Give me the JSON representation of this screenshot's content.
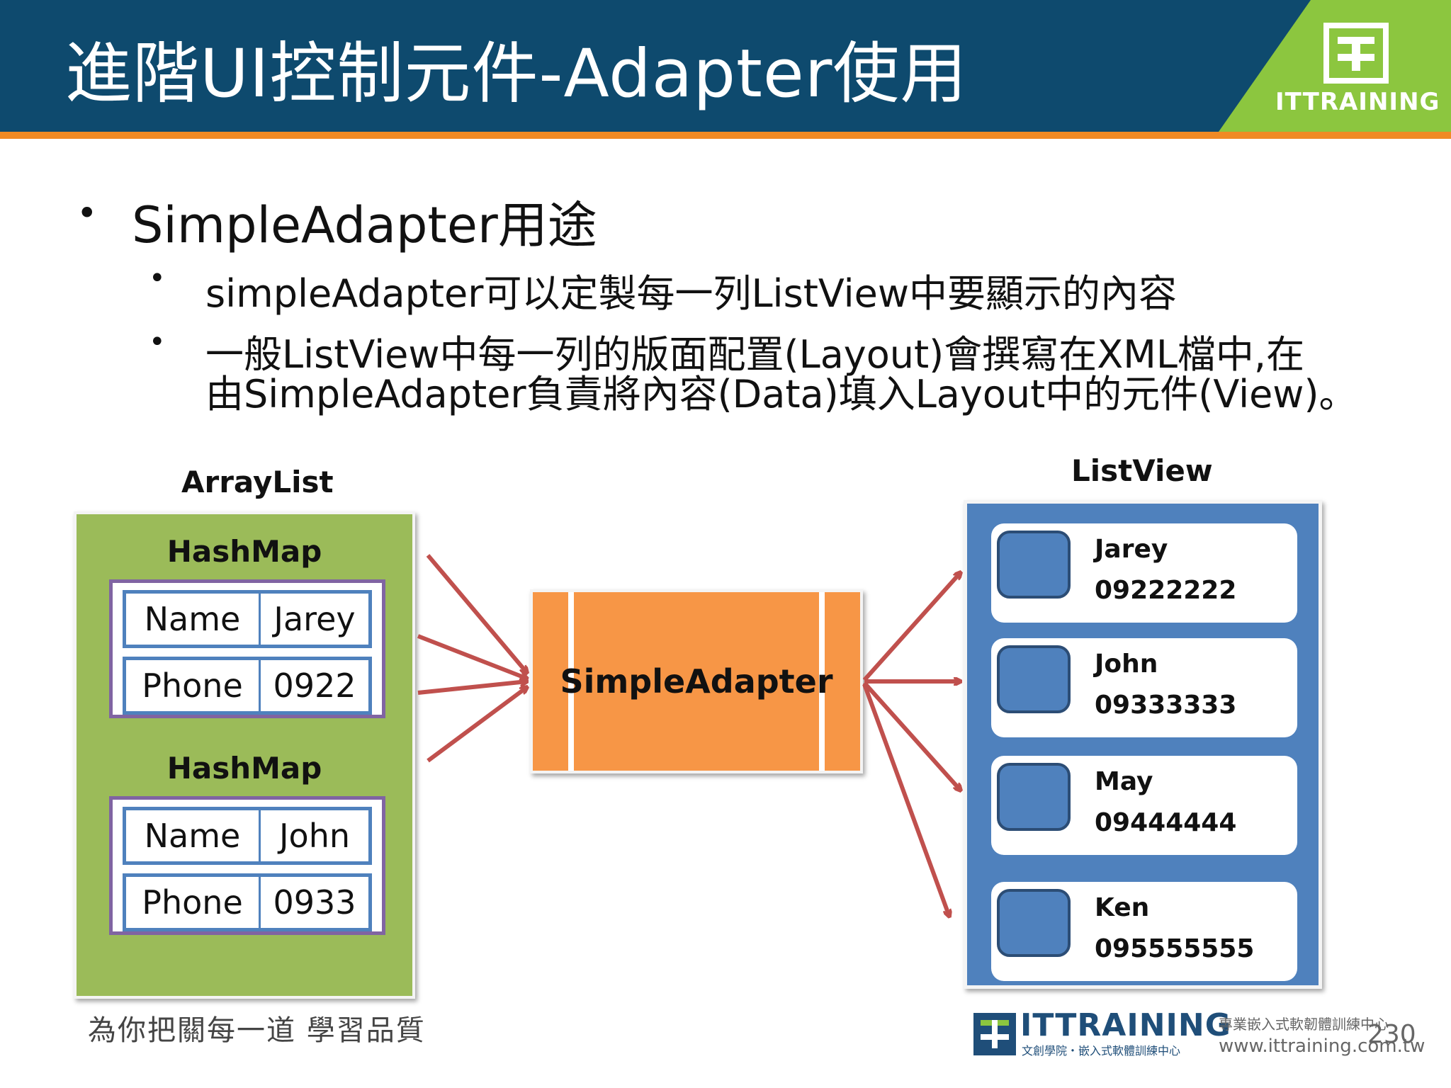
{
  "header": {
    "title": "進階UI控制元件-Adapter使用",
    "brand": "ITTRAINING"
  },
  "bullets": {
    "main": "SimpleAdapter用途",
    "sub": [
      "simpleAdapter可以定製每一列ListView中要顯示的內容",
      "一般ListView中每一列的版面配置(Layout)會撰寫在XML檔中,在",
      "由SimpleAdapter負責將內容(Data)填入Layout中的元件(View)。"
    ]
  },
  "diagram": {
    "arraylist_label": "ArrayList",
    "listview_label": "ListView",
    "adapter_label": "SimpleAdapter",
    "hashmaps": [
      {
        "label": "HashMap",
        "rows": [
          {
            "key": "Name",
            "value": "Jarey"
          },
          {
            "key": "Phone",
            "value": "0922"
          }
        ]
      },
      {
        "label": "HashMap",
        "rows": [
          {
            "key": "Name",
            "value": "John"
          },
          {
            "key": "Phone",
            "value": "0933"
          }
        ]
      }
    ],
    "list_items": [
      {
        "name": "Jarey",
        "phone": "09222222"
      },
      {
        "name": "John",
        "phone": "09333333"
      },
      {
        "name": "May",
        "phone": "09444444"
      },
      {
        "name": "Ken",
        "phone": "095555555"
      }
    ]
  },
  "footer": {
    "slogan": "為你把關每一道 學習品質",
    "brand": "ITTRAINING",
    "brand_sub": "文創學院・嵌入式軟體訓練中心",
    "tagline": "專業嵌入式軟韌體訓練中心",
    "url": "www.ittraining.com.tw",
    "page_number": "230"
  },
  "colors": {
    "header_bg": "#0e4a6e",
    "accent_orange": "#f08a24",
    "brand_green": "#8cc63f",
    "arraylist_green": "#9bbb59",
    "hashmap_frame": "#8064a2",
    "cell_border": "#4f81bd",
    "adapter_orange": "#f79646",
    "listview_blue": "#4f81bd",
    "arrow_red": "#c0504d"
  }
}
